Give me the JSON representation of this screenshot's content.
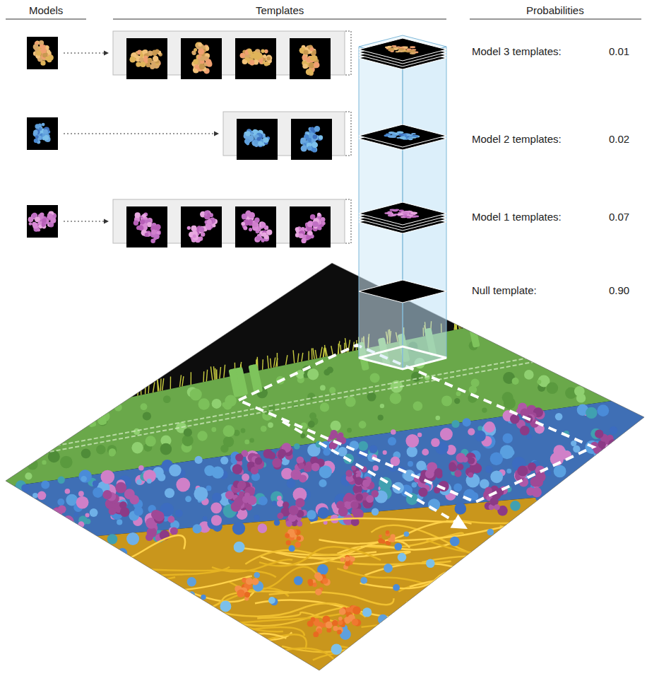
{
  "diagram": {
    "labels": [
      "Models",
      "Templates",
      "Probabilities",
      "Model 3 templates:",
      "0.01",
      "Model 2 templates:",
      "0.02",
      "Model 1 templates:",
      "0.07",
      "Null template:",
      "0.90"
    ]
  }
}
